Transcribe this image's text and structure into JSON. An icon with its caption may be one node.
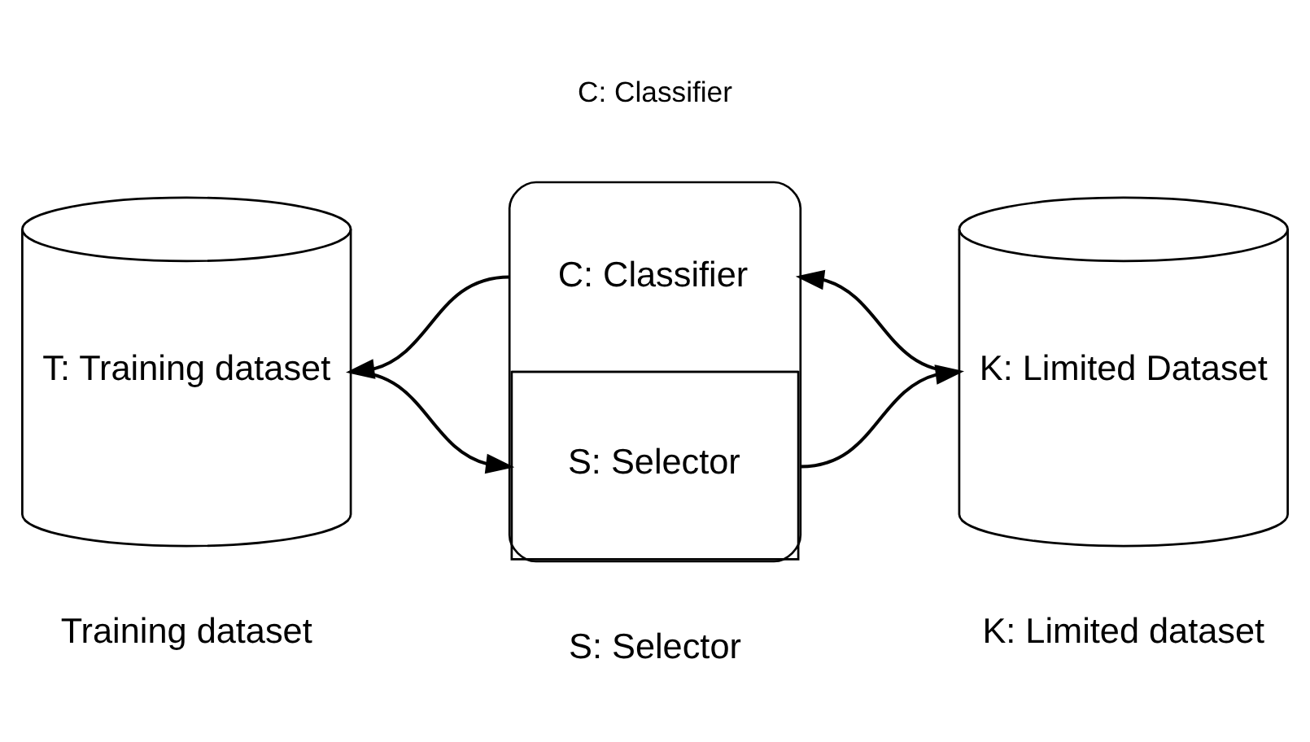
{
  "diagram": {
    "nodes": [
      {
        "text": [
          "T: Training dataset"
        ],
        "beside": [
          "Training dataset"
        ]
      },
      {
        "text": [
          "C: Classifier",
          "S: Selector"
        ],
        "beside": [
          "C: Classifier",
          "S: Selector"
        ]
      },
      {
        "text": [
          "K: Limited Dataset"
        ],
        "beside": [
          "K: Limited dataset"
        ]
      }
    ],
    "edges": [
      {
        "from": 1,
        "to": 0,
        "arrow": "to"
      },
      {
        "from": 0,
        "to": 1,
        "arrow": "to"
      },
      {
        "from": 2,
        "to": 1,
        "arrow": "to"
      },
      {
        "from": 1,
        "to": 2,
        "arrow": "to"
      }
    ]
  }
}
